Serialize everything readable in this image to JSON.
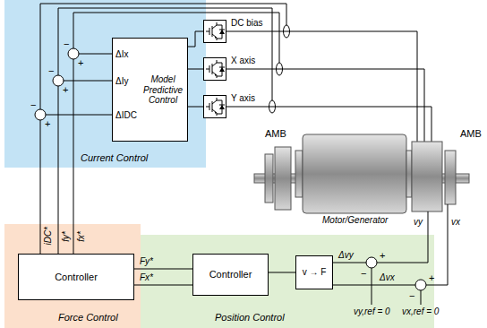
{
  "diagram": {
    "nodes": [
      {
        "text": [
          "Current Control"
        ]
      },
      {
        "text": [
          "ΔIx",
          "ΔIy",
          "ΔIDC",
          "Model Predictive Control"
        ],
        "in": 0
      },
      {
        "text": [
          "DC bias"
        ]
      },
      {
        "text": [
          "X axis"
        ]
      },
      {
        "text": [
          "Y axis"
        ]
      },
      {
        "text": [
          "Force Control"
        ]
      },
      {
        "text": [
          "Controller"
        ],
        "in": 5
      },
      {
        "text": [
          "Position Control"
        ]
      },
      {
        "text": [
          "Controller"
        ],
        "in": 7
      },
      {
        "text": [
          "v → F"
        ],
        "in": 7
      }
    ],
    "edges": [
      {
        "from": 1,
        "to": 2,
        "arrow": "none"
      },
      {
        "from": 1,
        "to": 3,
        "arrow": "none"
      },
      {
        "from": 1,
        "to": 4,
        "arrow": "none"
      },
      {
        "from": 8,
        "to": 6,
        "label": "Fy*",
        "arrow": "none"
      },
      {
        "from": 8,
        "to": 6,
        "label": "Fx*",
        "arrow": "none"
      },
      {
        "from": 9,
        "to": 8,
        "arrow": "none"
      }
    ],
    "labels": [
      "−",
      "+",
      "−",
      "+",
      "−",
      "+",
      "AMB",
      "AMB",
      "Motor/Generator",
      "vy",
      "vx",
      "iDC*",
      "fy*",
      "fx*",
      "Δvy",
      "+",
      "−",
      "Δvx",
      "+",
      "−",
      "vy,ref = 0",
      "vx,ref = 0"
    ]
  }
}
